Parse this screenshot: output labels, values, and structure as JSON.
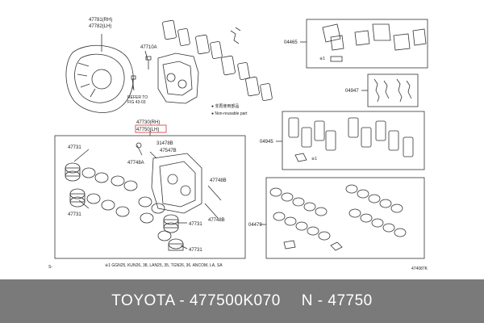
{
  "labels": {
    "shield_rh": "47781(RH)",
    "shield_lh": "47782(LH)",
    "bolt": "47710A",
    "refer": "REFER TO",
    "refer_fig": "FIG 43-03",
    "caliper_assy_rh": "47730(RH)",
    "caliper_assy_lh": "47750(LH)",
    "part_31478b": "31478B",
    "part_47547b": "47547B",
    "part_47748a": "47748A",
    "part_47731_a": "47731",
    "part_47731_b": "47731",
    "part_47731_c": "47731",
    "part_47731_d": "47731",
    "part_47748b_a": "47748B",
    "part_47748b_b": "47748B",
    "part_04465": "04465",
    "part_04947": "04947",
    "part_04945": "04945",
    "part_04479": "04479",
    "nonreusable_jp": "● 非再使用部品",
    "nonreusable_en": "● Non-reusable part",
    "small_mark_1": "※1",
    "small_mark_2": "※1",
    "applic_note": "※1  GGN25, KUN26, 38, LAN25, 35, TGN26, 36.  ANCOM, LA, SA",
    "page_mark": "S-",
    "diagram_code": "474087K"
  },
  "footer": {
    "brand": "TOYOTA - 477500K070",
    "part_ref": "N - 47750"
  },
  "colors": {
    "line": "#333333",
    "highlight_box": "#e05a5a",
    "footer_bg": "#7a7a7a",
    "footer_text": "#ffffff"
  }
}
